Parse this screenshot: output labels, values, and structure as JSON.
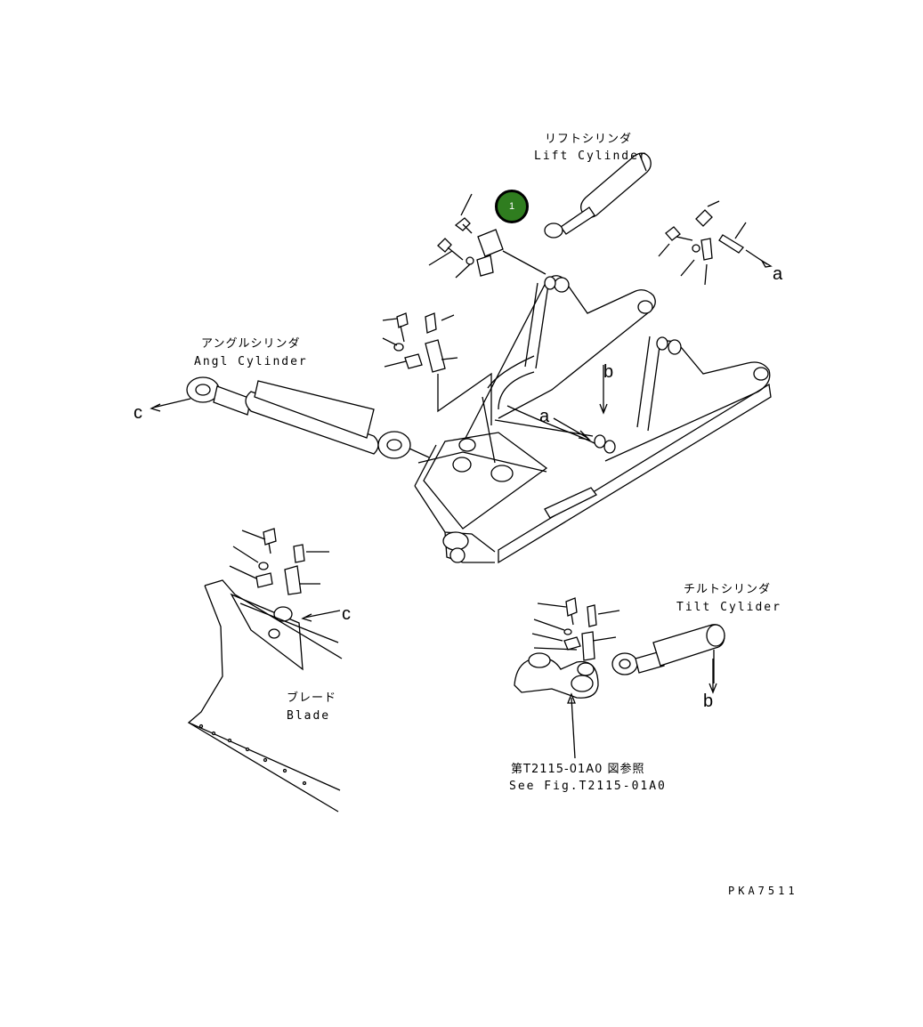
{
  "labels": {
    "lift_cylinder_jp": "リフトシリンダ",
    "lift_cylinder_en": "Lift Cylinder",
    "angle_cylinder_jp": "アングルシリンダ",
    "angle_cylinder_en": "Angl Cylinder",
    "tilt_cylinder_jp": "チルトシリンダ",
    "tilt_cylinder_en": "Tilt Cylider",
    "blade_jp": "ブレード",
    "blade_en": "Blade",
    "see_fig_jp": "第T2115-01A0 図参照",
    "see_fig_en": "See Fig.T2115-01A0",
    "drawing_code": "PKA7511"
  },
  "arrow_letters": {
    "a_right": "a",
    "a_frame": "a",
    "b_frame": "b",
    "b_tilt": "b",
    "c_left": "c",
    "c_blade": "c"
  },
  "callouts": [
    {
      "number": "1",
      "color": "#2f7d1f"
    }
  ]
}
